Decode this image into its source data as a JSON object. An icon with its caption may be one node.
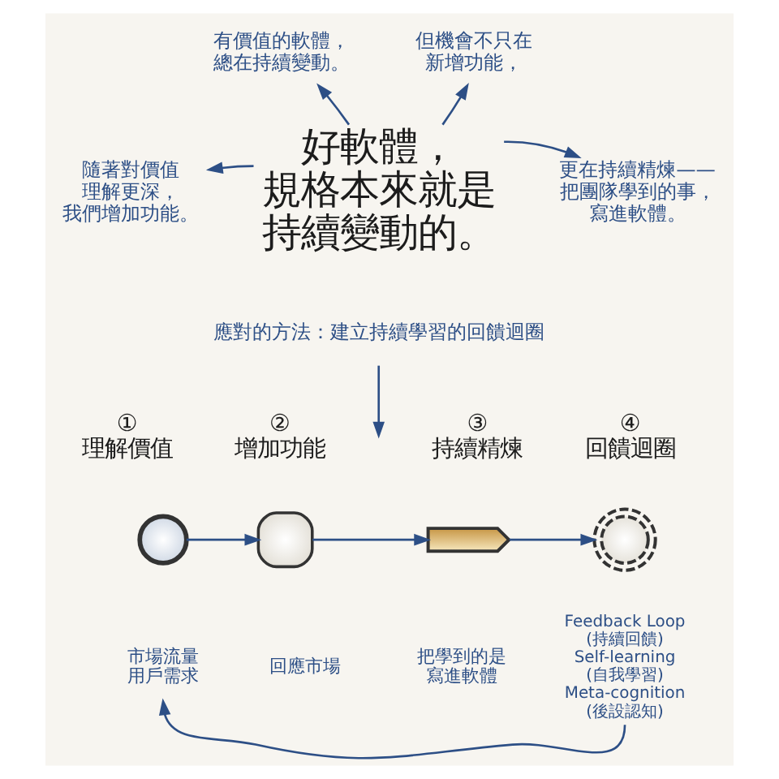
{
  "diagram": {
    "nodes": [
      {
        "text": [
          "有價值的軟體，總在持續變動。"
        ]
      },
      {
        "text": [
          "但機會不只在新增功能，"
        ]
      },
      {
        "text": [
          "好軟體，規格本來就是持續變動的。"
        ]
      },
      {
        "text": [
          "隨著對價值理解更深，我們增加功能。"
        ]
      },
      {
        "text": [
          "更在持續精煉——把團隊學到的事，寫進軟體。"
        ]
      },
      {
        "text": [
          "應對的方法：建立持續學習的回饋迴圈"
        ]
      },
      {
        "text": [
          "①",
          "理解價值"
        ]
      },
      {
        "text": [],
        "shape": "picture"
      },
      {
        "text": [
          "市場流量",
          "用戶需求"
        ]
      },
      {
        "text": [
          "②",
          "增加功能"
        ]
      },
      {
        "text": [],
        "shape": "picture"
      },
      {
        "text": [
          "回應市場"
        ]
      },
      {
        "text": [
          "③",
          "持續精煉"
        ]
      },
      {
        "text": [],
        "shape": "picture"
      },
      {
        "text": [
          "把學到的是寫進軟體"
        ]
      },
      {
        "text": [
          "④",
          "回饋迴圈"
        ]
      },
      {
        "text": [],
        "shape": "picture"
      },
      {
        "text": [
          "Feedback Loop (持續回饋)",
          "Self-learning (自我學習)",
          "Meta-cognition (後設認知)"
        ]
      }
    ],
    "edges": [
      {
        "from": 2,
        "to": 0,
        "arrow": "to"
      },
      {
        "from": 2,
        "to": 1,
        "arrow": "to"
      },
      {
        "from": 2,
        "to": 3,
        "arrow": "to"
      },
      {
        "from": 2,
        "to": 4,
        "arrow": "to"
      },
      {
        "from": 5,
        "to": null,
        "arrow": "to"
      },
      {
        "from": 7,
        "to": 10,
        "arrow": "to"
      },
      {
        "from": 10,
        "to": 13,
        "arrow": "to"
      },
      {
        "from": 13,
        "to": 16,
        "arrow": "to"
      },
      {
        "from": 17,
        "to": 8,
        "arrow": "to"
      }
    ]
  }
}
